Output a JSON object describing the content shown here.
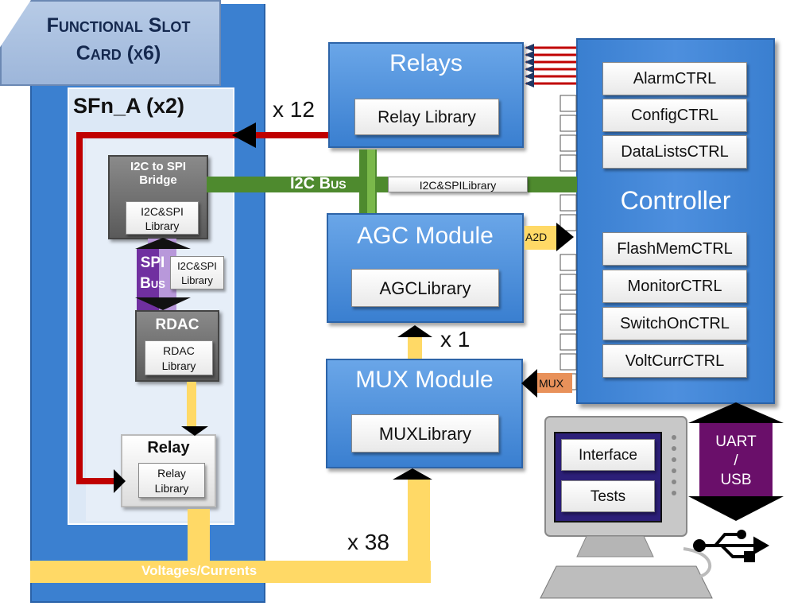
{
  "card_header": {
    "line1": "Functional Slot",
    "line2": "Card (x6)"
  },
  "sfn": {
    "title": "SFn_A (x2)"
  },
  "bridge": {
    "title_line1": "I2C to SPI",
    "title_line2": "Bridge",
    "library": "I2C&SPI Library"
  },
  "spi_bus": {
    "line1": "SPI",
    "line2": "Bus",
    "library": "I2C&SPI Library"
  },
  "rdac": {
    "title": "RDAC",
    "library": "RDAC Library"
  },
  "relay_small": {
    "title": "Relay",
    "library": "Relay Library"
  },
  "relays": {
    "title": "Relays",
    "library": "Relay Library"
  },
  "agc": {
    "title": "AGC Module",
    "library": "AGCLibrary"
  },
  "mux": {
    "title": "MUX Module",
    "library": "MUXLibrary"
  },
  "controller": {
    "title": "Controller",
    "items_top": [
      "AlarmCTRL",
      "ConfigCTRL",
      "DataListsCTRL"
    ],
    "items_bottom": [
      "FlashMemCTRL",
      "MonitorCTRL",
      "SwitchOnCTRL",
      "VoltCurrCTRL"
    ]
  },
  "i2c_bus": {
    "label": "I2C Bus",
    "library": "I2C&SPILibrary"
  },
  "labels": {
    "x12": "x 12",
    "x1": "x 1",
    "x38": "x 38",
    "voltages": "Voltages/Currents",
    "a2d": "A2D",
    "mux_tag": "MUX"
  },
  "uart": {
    "line1": "UART",
    "line2": "/",
    "line3": "USB"
  },
  "computer": {
    "interface": "Interface",
    "tests": "Tests"
  },
  "colors": {
    "block_blue": "#3a7fd0",
    "i2c_green": "#4e8a2e",
    "spi_purple": "#7030a0",
    "signal_red": "#c00000",
    "voltage_yellow": "#ffd966",
    "uart_purple": "#6a0f6a"
  }
}
